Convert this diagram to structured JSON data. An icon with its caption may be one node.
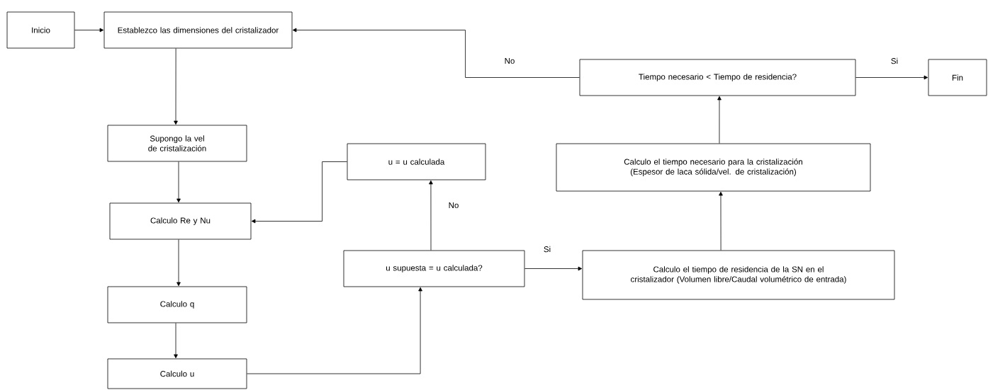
{
  "diagram": {
    "nodes": [
      {
        "text": [
          "Inicio"
        ]
      },
      {
        "text": [
          "Establezco las dimensiones del cristalizador"
        ]
      },
      {
        "text": [
          "Supongo la vel de cristalización"
        ]
      },
      {
        "text": [
          "Calculo Re y Nu"
        ]
      },
      {
        "text": [
          "Calculo q"
        ]
      },
      {
        "text": [
          "Calculo u"
        ]
      },
      {
        "text": [
          "u  = u calculada"
        ]
      },
      {
        "text": [
          "u supuesta = u calculada?"
        ]
      },
      {
        "text": [
          "Calculo el tiempo de residencia de la SN en el cristalizador (Volumen libre/Caudal volumétrico de entrada)"
        ]
      },
      {
        "text": [
          "Calculo el tiempo necesario para la cristalización (Espesor de laca sólida/vel. de cristalización)"
        ]
      },
      {
        "text": [
          "Tiempo necesario < Tiempo de residencia?"
        ]
      },
      {
        "text": [
          "Fin"
        ]
      }
    ],
    "edges": [
      {
        "from": 0,
        "to": 1,
        "arrow": "to"
      },
      {
        "from": 1,
        "to": 2,
        "arrow": "to"
      },
      {
        "from": 2,
        "to": 3,
        "arrow": "to"
      },
      {
        "from": 3,
        "to": 4,
        "arrow": "to"
      },
      {
        "from": 4,
        "to": 5,
        "arrow": "to"
      },
      {
        "from": 5,
        "to": 7,
        "arrow": "to"
      },
      {
        "from": 7,
        "to": 6,
        "arrow": "to",
        "label": "No"
      },
      {
        "from": 6,
        "to": 3,
        "arrow": "to"
      },
      {
        "from": 7,
        "to": 8,
        "arrow": "to",
        "label": "Si"
      },
      {
        "from": 8,
        "to": 9,
        "arrow": "to"
      },
      {
        "from": 9,
        "to": 10,
        "arrow": "to"
      },
      {
        "from": 10,
        "to": 11,
        "arrow": "to",
        "label": "Si"
      },
      {
        "from": 10,
        "to": 1,
        "arrow": "to",
        "label": "No"
      }
    ]
  }
}
